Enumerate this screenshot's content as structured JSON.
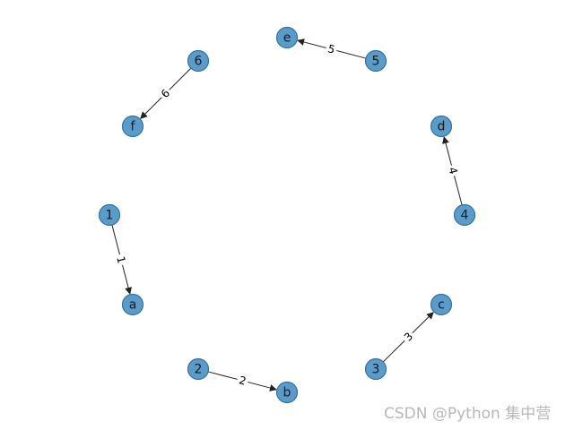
{
  "graph": {
    "node_color": "#5a9bc9",
    "node_stroke": "#2f72a6",
    "edge_color": "#222222",
    "directed": true,
    "layout": "circular",
    "nodes": [
      {
        "id": "e",
        "label": "e"
      },
      {
        "id": "5",
        "label": "5"
      },
      {
        "id": "6",
        "label": "6"
      },
      {
        "id": "f",
        "label": "f"
      },
      {
        "id": "d",
        "label": "d"
      },
      {
        "id": "1",
        "label": "1"
      },
      {
        "id": "4",
        "label": "4"
      },
      {
        "id": "a",
        "label": "a"
      },
      {
        "id": "c",
        "label": "c"
      },
      {
        "id": "2",
        "label": "2"
      },
      {
        "id": "3",
        "label": "3"
      },
      {
        "id": "b",
        "label": "b"
      }
    ],
    "edges": [
      {
        "source": "1",
        "target": "a",
        "label": "1"
      },
      {
        "source": "2",
        "target": "b",
        "label": "2"
      },
      {
        "source": "3",
        "target": "c",
        "label": "3"
      },
      {
        "source": "4",
        "target": "d",
        "label": "4"
      },
      {
        "source": "5",
        "target": "e",
        "label": "5"
      },
      {
        "source": "6",
        "target": "f",
        "label": "6"
      }
    ]
  },
  "watermark": "CSDN @Python 集中营"
}
